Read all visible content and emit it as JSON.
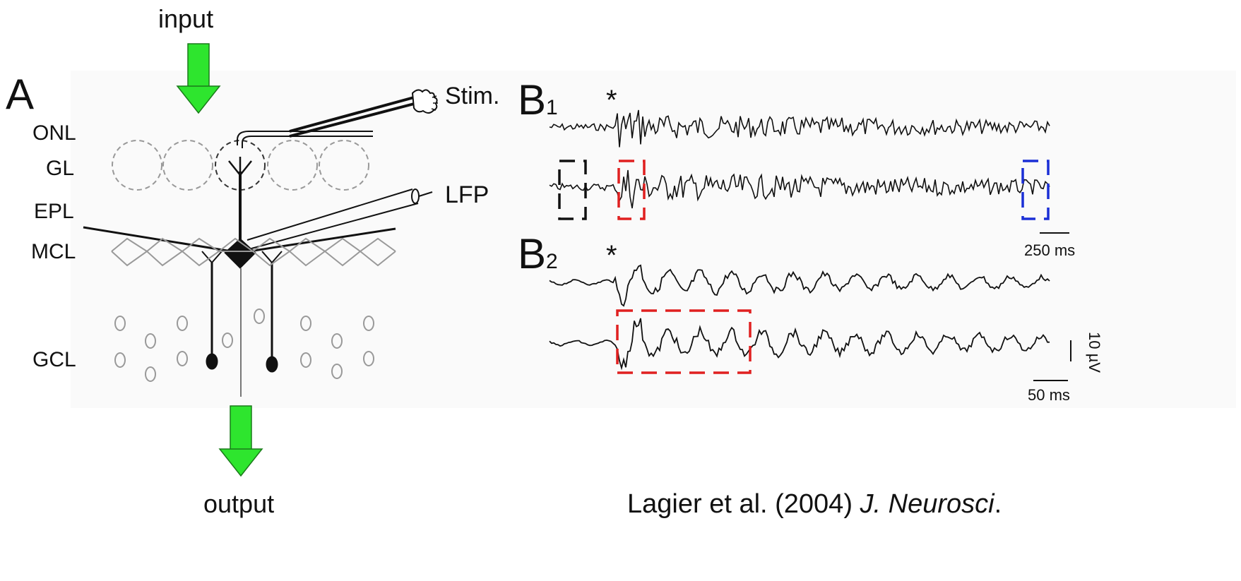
{
  "arrows": {
    "input_label": "input",
    "output_label": "output",
    "arrow_color": "#2ee52e"
  },
  "panel_a": {
    "letter": "A",
    "layers": {
      "onl": "ONL",
      "gl": "GL",
      "epl": "EPL",
      "mcl": "MCL",
      "gcl": "GCL"
    },
    "stim_label": "Stim.",
    "lfp_label": "LFP"
  },
  "panel_b1": {
    "letter": "B",
    "subscript": "1",
    "stim_marker": "*",
    "time_scale": "250 ms"
  },
  "panel_b2": {
    "letter": "B",
    "subscript": "2",
    "stim_marker": "*",
    "time_scale": "50 ms",
    "amp_scale": "10 µV"
  },
  "highlight_colors": {
    "red": "#e02020",
    "blue": "#1b2fd6",
    "black": "#111111"
  },
  "citation": {
    "authors_year": "Lagier et al. (2004) ",
    "journal": "J. Neurosci",
    "trailing": "."
  }
}
